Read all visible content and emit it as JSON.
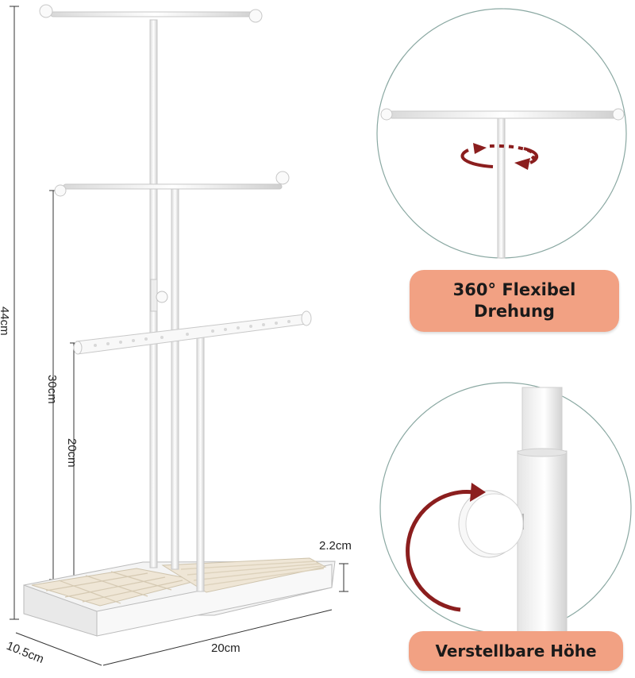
{
  "dimensions": {
    "total_height": "44cm",
    "middle_height": "30cm",
    "lower_height": "20cm",
    "tray_height": "2.2cm",
    "width": "20cm",
    "depth": "10.5cm"
  },
  "features": [
    {
      "label_line1": "360° Flexibel",
      "label_line2": "Drehung"
    },
    {
      "label": "Verstellbare Höhe"
    }
  ],
  "colors": {
    "badge": "#f2a183",
    "arrow": "#8b1e1e",
    "stand": "#f7f7f7",
    "tray_insert": "#efe6d6"
  }
}
